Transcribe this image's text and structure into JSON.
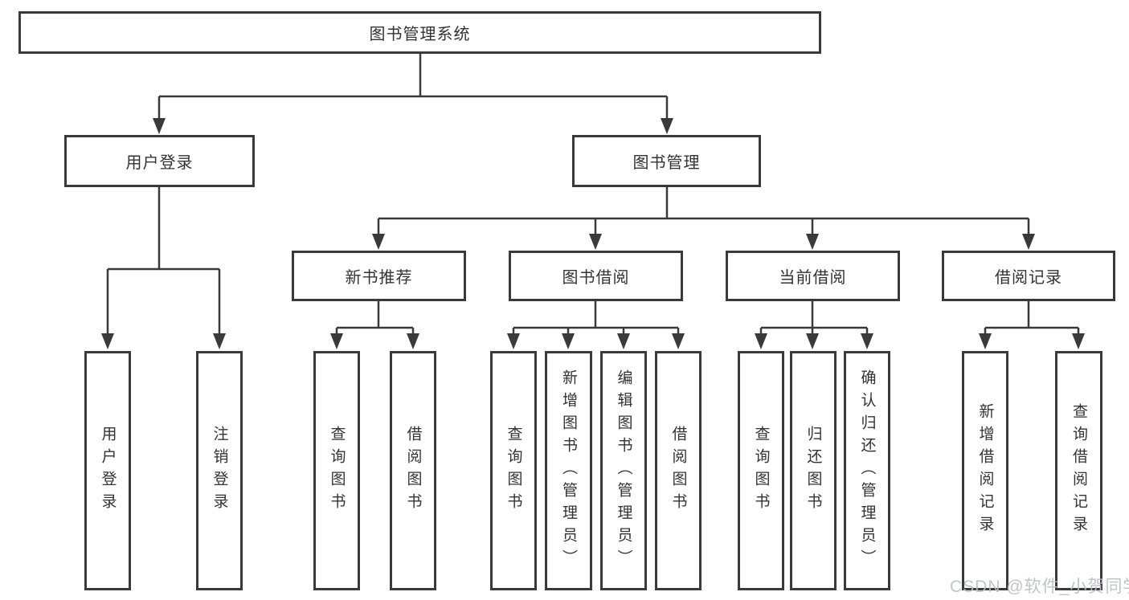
{
  "diagram": {
    "root": {
      "id": "library-management-system",
      "label": "图书管理系统"
    },
    "level2": [
      {
        "id": "user-login",
        "label": "用户登录"
      },
      {
        "id": "book-management",
        "label": "图书管理"
      }
    ],
    "level3": [
      {
        "id": "new-book-recommend",
        "label": "新书推荐"
      },
      {
        "id": "book-borrowing",
        "label": "图书借阅"
      },
      {
        "id": "current-borrowing",
        "label": "当前借阅"
      },
      {
        "id": "borrowing-records",
        "label": "借阅记录"
      }
    ],
    "leaves": [
      {
        "id": "user-login-leaf",
        "label": "用户登录"
      },
      {
        "id": "logout",
        "label": "注销登录"
      },
      {
        "id": "query-books-1",
        "label": "查询图书"
      },
      {
        "id": "borrow-books-1",
        "label": "借阅图书"
      },
      {
        "id": "query-books-2",
        "label": "查询图书"
      },
      {
        "id": "add-books-admin",
        "label": "新增图书（管理员）"
      },
      {
        "id": "edit-books-admin",
        "label": "编辑图书（管理员）"
      },
      {
        "id": "borrow-books-2",
        "label": "借阅图书"
      },
      {
        "id": "query-books-3",
        "label": "查询图书"
      },
      {
        "id": "return-books",
        "label": "归还图书"
      },
      {
        "id": "confirm-return-admin",
        "label": "确认归还（管理员）"
      },
      {
        "id": "add-borrow-record",
        "label": "新增借阅记录"
      },
      {
        "id": "query-borrow-record",
        "label": "查询借阅记录"
      }
    ]
  },
  "watermark": "CSDN @软件_小贺同学",
  "colors": {
    "line": "#3a3a3a",
    "text": "#333333",
    "background": "#ffffff",
    "watermark": "#bbbfc5"
  }
}
